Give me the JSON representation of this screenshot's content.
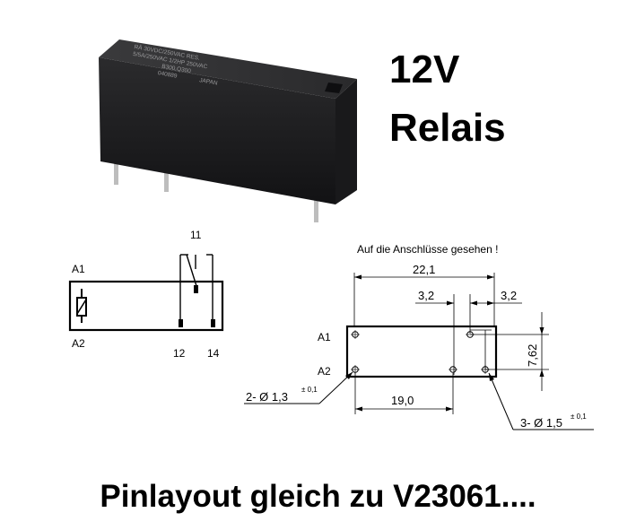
{
  "title": {
    "line1": "12V",
    "line2": "Relais"
  },
  "relay_print": {
    "line1": "RÄ 30VDC/250VAC RES.",
    "line2": "5/5A/250VAC 1/2HP 250VAC",
    "line3": "B300,Q300",
    "line4": "040889",
    "origin": "JAPAN"
  },
  "schematic": {
    "pins": {
      "a1": "A1",
      "a2": "A2",
      "p11": "11",
      "p12": "12",
      "p14": "14"
    }
  },
  "drawing": {
    "heading": "Auf die Anschlüsse gesehen !",
    "dims": {
      "length": "22,1",
      "left_offset": "3,2",
      "right_offset": "3,2",
      "pin_span": "19,0",
      "height": "7,62"
    },
    "pins": {
      "a1": "A1",
      "a2": "A2"
    },
    "hole_small": {
      "label": "2- Ø 1,3",
      "tol": "± 0,1"
    },
    "hole_large": {
      "label": "3- Ø 1,5",
      "tol": "± 0,1"
    }
  },
  "footer": "Pinlayout gleich zu V23061...."
}
